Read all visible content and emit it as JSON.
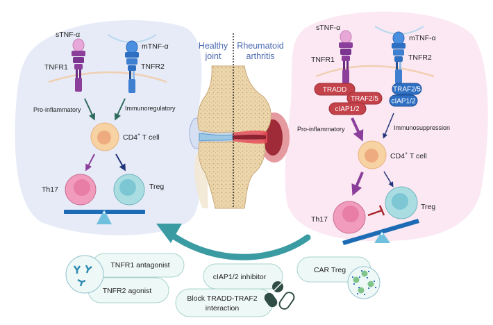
{
  "colors": {
    "healthy_panel": "#e6ebf7",
    "ra_panel": "#fbe8f2",
    "tnfr1": "#8b3f9b",
    "tnfr2": "#2f6fc2",
    "ra_complex": "#c4424a",
    "tnfr2_complex": "#2f6fc2",
    "cd4": "#f7d3a4",
    "th17": "#f19cbc",
    "treg": "#a9dde2",
    "scale_bar": "#1d6bb5",
    "fulcrum": "#6fc0de",
    "curve_arrow": "#3b9ba3",
    "pill_fill": "#eef8f6",
    "pill_stroke": "#a8d4cd",
    "joint_heading": "#4a68b0"
  },
  "joint": {
    "healthy_label_line1": "Healthy",
    "healthy_label_line2": "joint",
    "ra_label_line1": "Rheumatoid",
    "ra_label_line2": "arthritis"
  },
  "healthy_panel": {
    "ligand_soluble": "sTNF-α",
    "ligand_membrane": "mTNF-α",
    "receptor1": "TNFR1",
    "receptor2": "TNFR2",
    "pathway1": "Pro-inflammatory",
    "pathway2": "Immunoregulatory",
    "cd4_prefix": "CD4",
    "cd4_sup": "+",
    "cd4_suffix": " T cell",
    "cell_left": "Th17",
    "cell_right": "Treg"
  },
  "ra_panel": {
    "ligand_soluble": "sTNF-α",
    "ligand_membrane": "mTNF-α",
    "receptor1": "TNFR1",
    "receptor2": "TNFR2",
    "tnfr1_adaptors": [
      "TRADD",
      "TRAF2/5",
      "cIAP1/2"
    ],
    "tnfr2_adaptors": [
      "TRAF2/5",
      "cIAP1/2"
    ],
    "pathway1": "Pro-inflammatory",
    "pathway2": "Immunosuppression",
    "cd4_prefix": "CD4",
    "cd4_sup": "+",
    "cd4_suffix": " T cell",
    "cell_left": "Th17",
    "cell_right": "Treg"
  },
  "therapies": {
    "antibody_group": [
      "TNFR1 antagonist",
      "TNFR2 agonist"
    ],
    "drug_group": [
      "cIAP1/2 inhibitor",
      "Block TRADD-TRAF2",
      "interaction"
    ],
    "cell_group": [
      "CAR Treg"
    ],
    "icons": [
      "antibody-icon",
      "pill-capsule-icon",
      "car-treg-cells-icon"
    ]
  }
}
